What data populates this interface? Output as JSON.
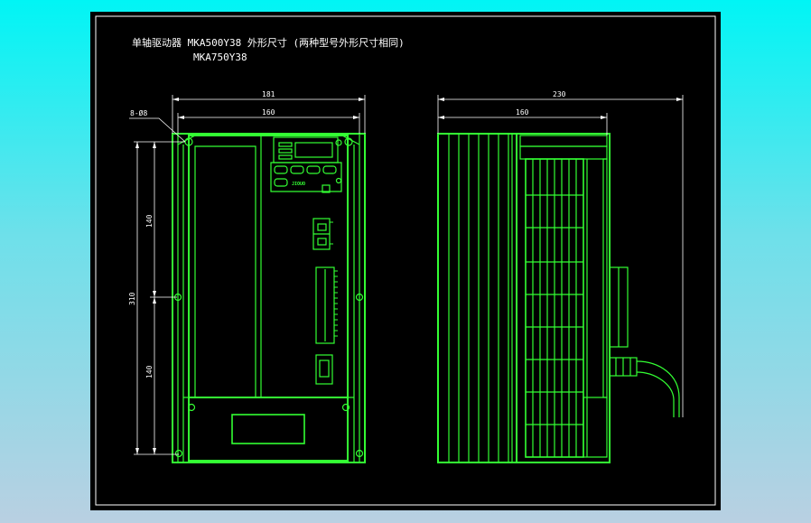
{
  "drawing": {
    "title_line1": "单轴驱动器 MKA500Y38 外形尺寸 (两种型号外形尺寸相同)",
    "title_line2": "MKA750Y38",
    "hole_callout": "8-Ø8",
    "logo": "JIOUO",
    "front_view": {
      "width_outer": "181",
      "width_inner": "160",
      "height_total": "310",
      "hole_pitch_top": "140",
      "hole_pitch_bottom": "140"
    },
    "side_view": {
      "depth_total": "230",
      "depth_body": "160"
    }
  },
  "colors": {
    "drawing_line": "#33ff33",
    "dimension_line": "#ffffff",
    "paper": "#000000"
  }
}
